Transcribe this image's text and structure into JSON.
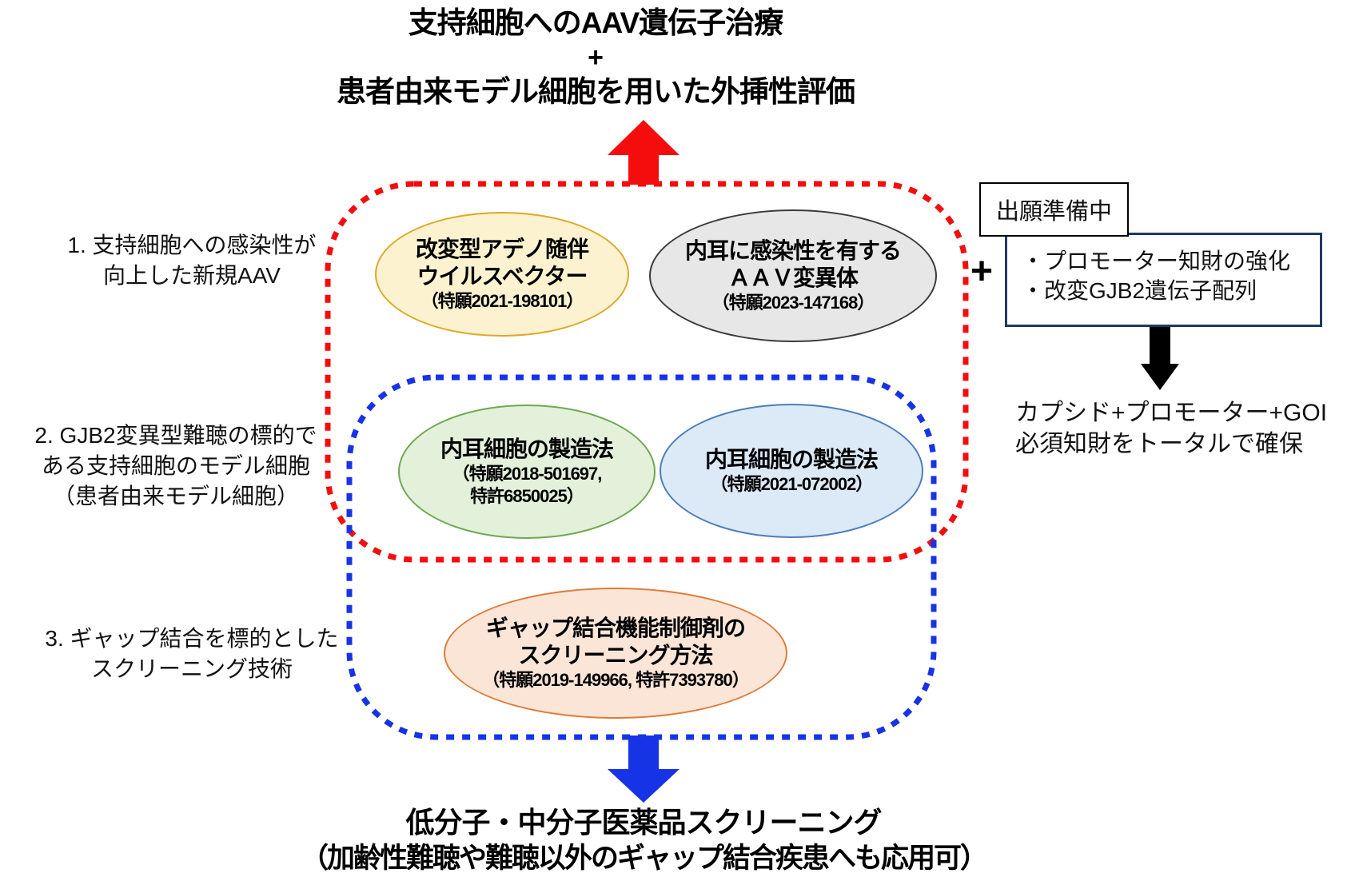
{
  "title": {
    "line1": "支持細胞へのAAV遺伝子治療",
    "plus": "+",
    "line2": "患者由来モデル細胞を用いた外挿性評価"
  },
  "left_labels": {
    "item1": {
      "line1": "1. 支持細胞への感染性が",
      "line2": "向上した新規AAV"
    },
    "item2": {
      "line1": "2. GJB2変異型難聴の標的で",
      "line2": "ある支持細胞のモデル細胞",
      "line3": "（患者由来モデル細胞）"
    },
    "item3": {
      "line1": "3. ギャップ結合を標的とした",
      "line2": "スクリーニング技術"
    }
  },
  "ellipses": {
    "aav_vector": {
      "line1": "改変型アデノ随伴",
      "line2": "ウイルスベクター",
      "patent": "（特願2021-198101）"
    },
    "aav_variant": {
      "line1": "内耳に感染性を有する",
      "line2": "ＡＡＶ変異体",
      "patent": "（特願2023-147168）"
    },
    "inner_ear_method_1": {
      "line1": "内耳細胞の製造法",
      "patent1": "（特願2018-501697,",
      "patent2": "特許6850025）"
    },
    "inner_ear_method_2": {
      "line1": "内耳細胞の製造法",
      "patent": "（特願2021-072002）"
    },
    "screening_method": {
      "line1": "ギャップ結合機能制御剤の",
      "line2": "スクリーニング方法",
      "patent": "（特願2019-149966, 特許7393780）"
    }
  },
  "right_panel": {
    "plus": "+",
    "preparing_label": "出願準備中",
    "bullet1": "・プロモーター知財の強化",
    "bullet2": "・改変GJB2遺伝子配列",
    "note_line1": "カプシド+プロモーター+GOI",
    "note_line2": "必須知財をトータルで確保"
  },
  "bottom": {
    "line1": "低分子・中分子医薬品スクリーニング",
    "line2": "（加齢性難聴や難聴以外のギャップ結合疾患へも応用可）"
  },
  "colors": {
    "red": "#f50d0d",
    "blue": "#1733e6",
    "yellow-fill": "#fcf2cf",
    "yellow-border": "#dca928",
    "gray-fill": "#e8e7e7",
    "gray-border": "#3b3b3b",
    "green-fill": "#e3f0da",
    "green-border": "#6fa84f",
    "lightblue-fill": "#dce9f7",
    "lightblue-border": "#4a7ebb",
    "peach-fill": "#fbe5d7",
    "peach-border": "#e07b39",
    "navy-border": "#1f3864",
    "black": "#000000"
  }
}
